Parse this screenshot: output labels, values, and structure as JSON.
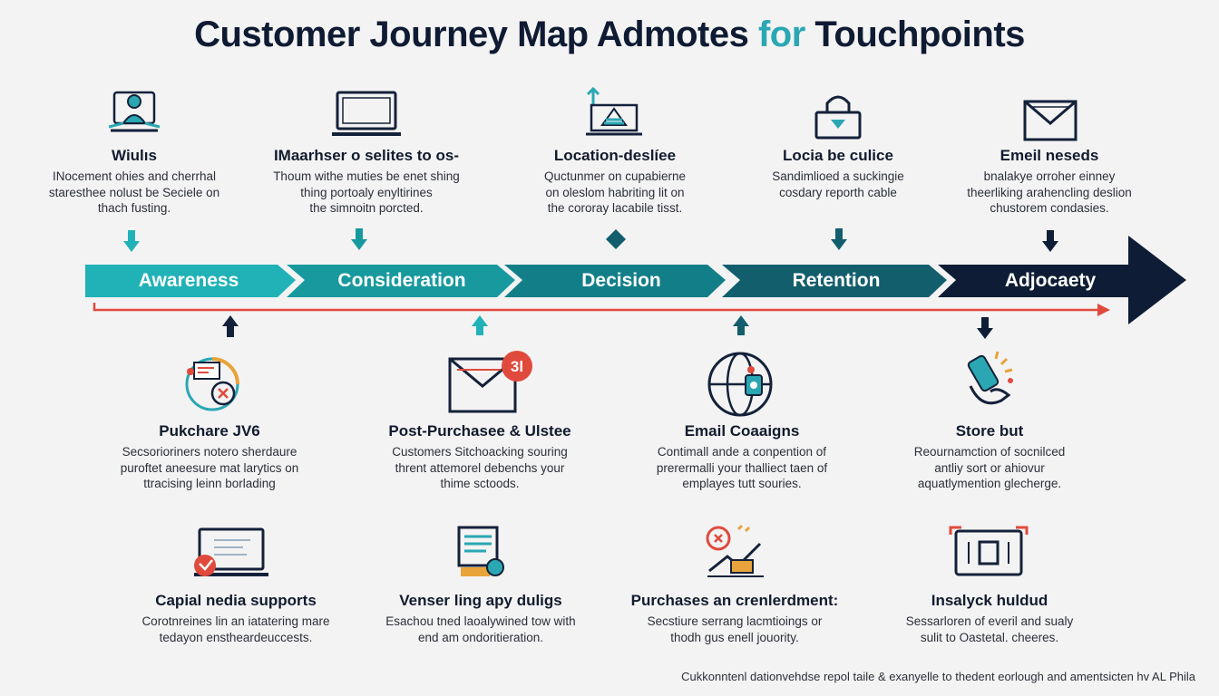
{
  "title": {
    "main": "Customer Journey Map Admotes ",
    "accent": "for",
    "rest": " Touchpoints"
  },
  "stages": [
    {
      "label": "Awareness",
      "color": "#20b2b6"
    },
    {
      "label": "Consideration",
      "color": "#17999e"
    },
    {
      "label": "Decision",
      "color": "#127f88"
    },
    {
      "label": "Retention",
      "color": "#135e6d"
    },
    {
      "label": "Adjocaety",
      "color": "#0e1d35"
    }
  ],
  "top_touchpoints": [
    {
      "icon": "person-laptop-icon",
      "title": "Wiulıs",
      "lines": [
        "INocement ohies and cherrhal",
        "staresthee nolust be Seciele on",
        "thach fusting."
      ]
    },
    {
      "icon": "laptop-icon",
      "title": "IMaarhser o selites to os-",
      "lines": [
        "Thoum withe muties be enet shing",
        "thing portoaly enyltirines",
        "the simnoitn porcted."
      ]
    },
    {
      "icon": "laptop-chart-icon",
      "title": "Location-deslíee",
      "lines": [
        "Quctunmer on cupabierne",
        "on oleslom habriting lit on",
        "the cororay lacabile tisst."
      ]
    },
    {
      "icon": "lock-icon",
      "title": "Locia be culice",
      "lines": [
        "Sandimlioed a suckingie",
        "cosdary reporth cable"
      ]
    },
    {
      "icon": "envelope-icon",
      "title": "Emeil neseds",
      "lines": [
        "bnalakye orroher einney",
        "theerliking arahencling deslion",
        "chustorem condasies."
      ]
    }
  ],
  "bottom_touchpoints": [
    {
      "icon": "sale-analytics-icon",
      "title": "Pukchare JV6",
      "lines": [
        "Secsorioriners notero sherdaure",
        "puroftet aneesure mat larytics on",
        "ttracising leinn borlading"
      ]
    },
    {
      "icon": "email-notification-icon",
      "title": "Post-Purchasee & Ulstee",
      "lines": [
        "Customers Sitchoacking souring",
        "thrent attemorel debenchs your",
        "thime sctoods."
      ]
    },
    {
      "icon": "globe-icon",
      "title": "Email Coaaigns",
      "lines": [
        "Contimall ande a conpention of",
        "prerermalli your thalliect taen of",
        "emplayes tutt souries."
      ]
    },
    {
      "icon": "hand-phone-icon",
      "title": "Store but",
      "lines": [
        "Reournamction of socnilced",
        "antliy sort or ahiovur",
        "aquatlymention glecherge."
      ]
    }
  ],
  "row3_touchpoints": [
    {
      "icon": "laptop-support-icon",
      "title": "Capial nedia supports",
      "lines": [
        "Corotnreines lin an iatatering mare",
        "tedayon enstheardeuccests."
      ]
    },
    {
      "icon": "document-icon",
      "title": "Venser ling apy duligs",
      "lines": [
        "Esachou tned laoalywined tow with",
        "end am ondoritieration."
      ]
    },
    {
      "icon": "purchase-chart-icon",
      "title": "Purchases an crenlerdment:",
      "lines": [
        "Secstiure serrang lacmtioings or",
        "thodh gus enell jouority."
      ]
    },
    {
      "icon": "device-icon",
      "title": "Insalyck huldud",
      "lines": [
        "Sessarloren of everil and sualy",
        "sulit to Oastetal. cheeres."
      ]
    }
  ],
  "badge": "3l",
  "footer": "Cukkonntenl dationvehdse repol taile & exanyelle to thedent eorlough and amentsicten hv AL Phila",
  "colors": {
    "accent": "#2aa7b3",
    "red": "#e04a3c",
    "navy": "#0e1d35"
  }
}
